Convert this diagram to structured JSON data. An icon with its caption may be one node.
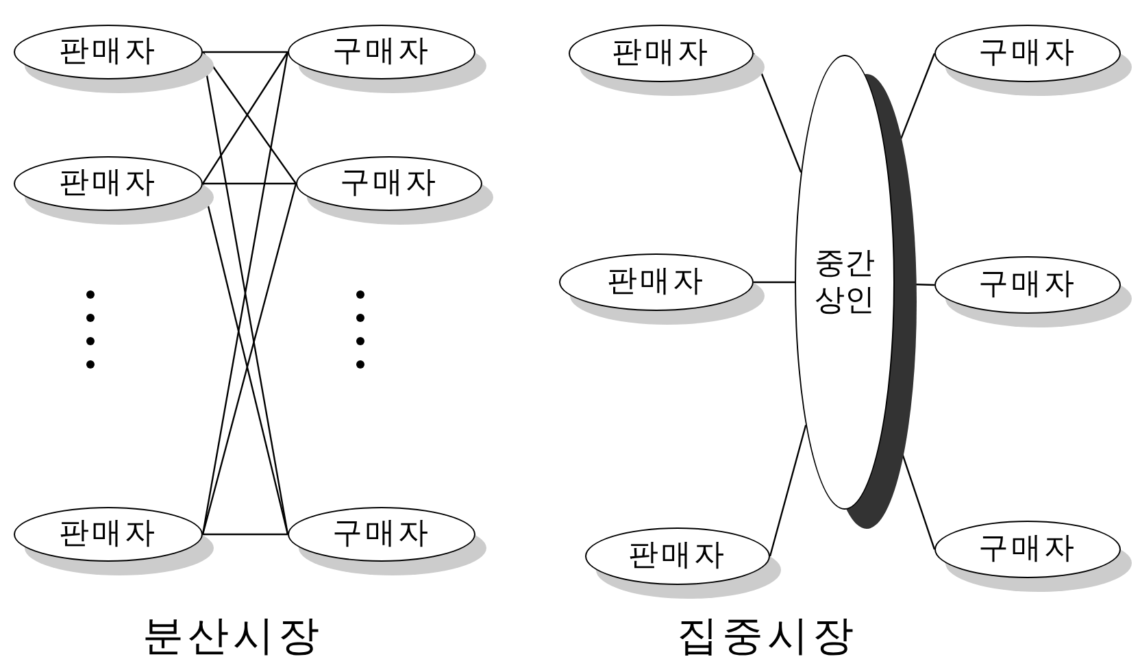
{
  "diagram": {
    "nodes": [
      {
        "text": [
          "판매자"
        ]
      },
      {
        "text": [
          "판매자"
        ]
      },
      {
        "text": [
          "판매자"
        ]
      },
      {
        "text": [
          "구매자"
        ]
      },
      {
        "text": [
          "구매자"
        ]
      },
      {
        "text": [
          "구매자"
        ]
      },
      {
        "text": [
          "판매자"
        ]
      },
      {
        "text": [
          "판매자"
        ]
      },
      {
        "text": [
          "판매자"
        ]
      },
      {
        "text": [
          "중간 상인"
        ]
      },
      {
        "text": [
          "구매자"
        ]
      },
      {
        "text": [
          "구매자"
        ]
      },
      {
        "text": [
          "구매자"
        ]
      }
    ],
    "edges": [
      {
        "from": 0,
        "to": 3,
        "arrow": "none"
      },
      {
        "from": 0,
        "to": 4,
        "arrow": "none"
      },
      {
        "from": 0,
        "to": 5,
        "arrow": "none"
      },
      {
        "from": 1,
        "to": 3,
        "arrow": "none"
      },
      {
        "from": 1,
        "to": 4,
        "arrow": "none"
      },
      {
        "from": 1,
        "to": 5,
        "arrow": "none"
      },
      {
        "from": 2,
        "to": 3,
        "arrow": "none"
      },
      {
        "from": 2,
        "to": 4,
        "arrow": "none"
      },
      {
        "from": 2,
        "to": 5,
        "arrow": "none"
      },
      {
        "from": 6,
        "to": 9,
        "arrow": "none"
      },
      {
        "from": 7,
        "to": 9,
        "arrow": "none"
      },
      {
        "from": 8,
        "to": 9,
        "arrow": "none"
      },
      {
        "from": 10,
        "to": 9,
        "arrow": "none"
      },
      {
        "from": 11,
        "to": 9,
        "arrow": "none"
      },
      {
        "from": 12,
        "to": 9,
        "arrow": "none"
      }
    ],
    "labels": [
      "분산시장",
      "집중시장"
    ]
  }
}
